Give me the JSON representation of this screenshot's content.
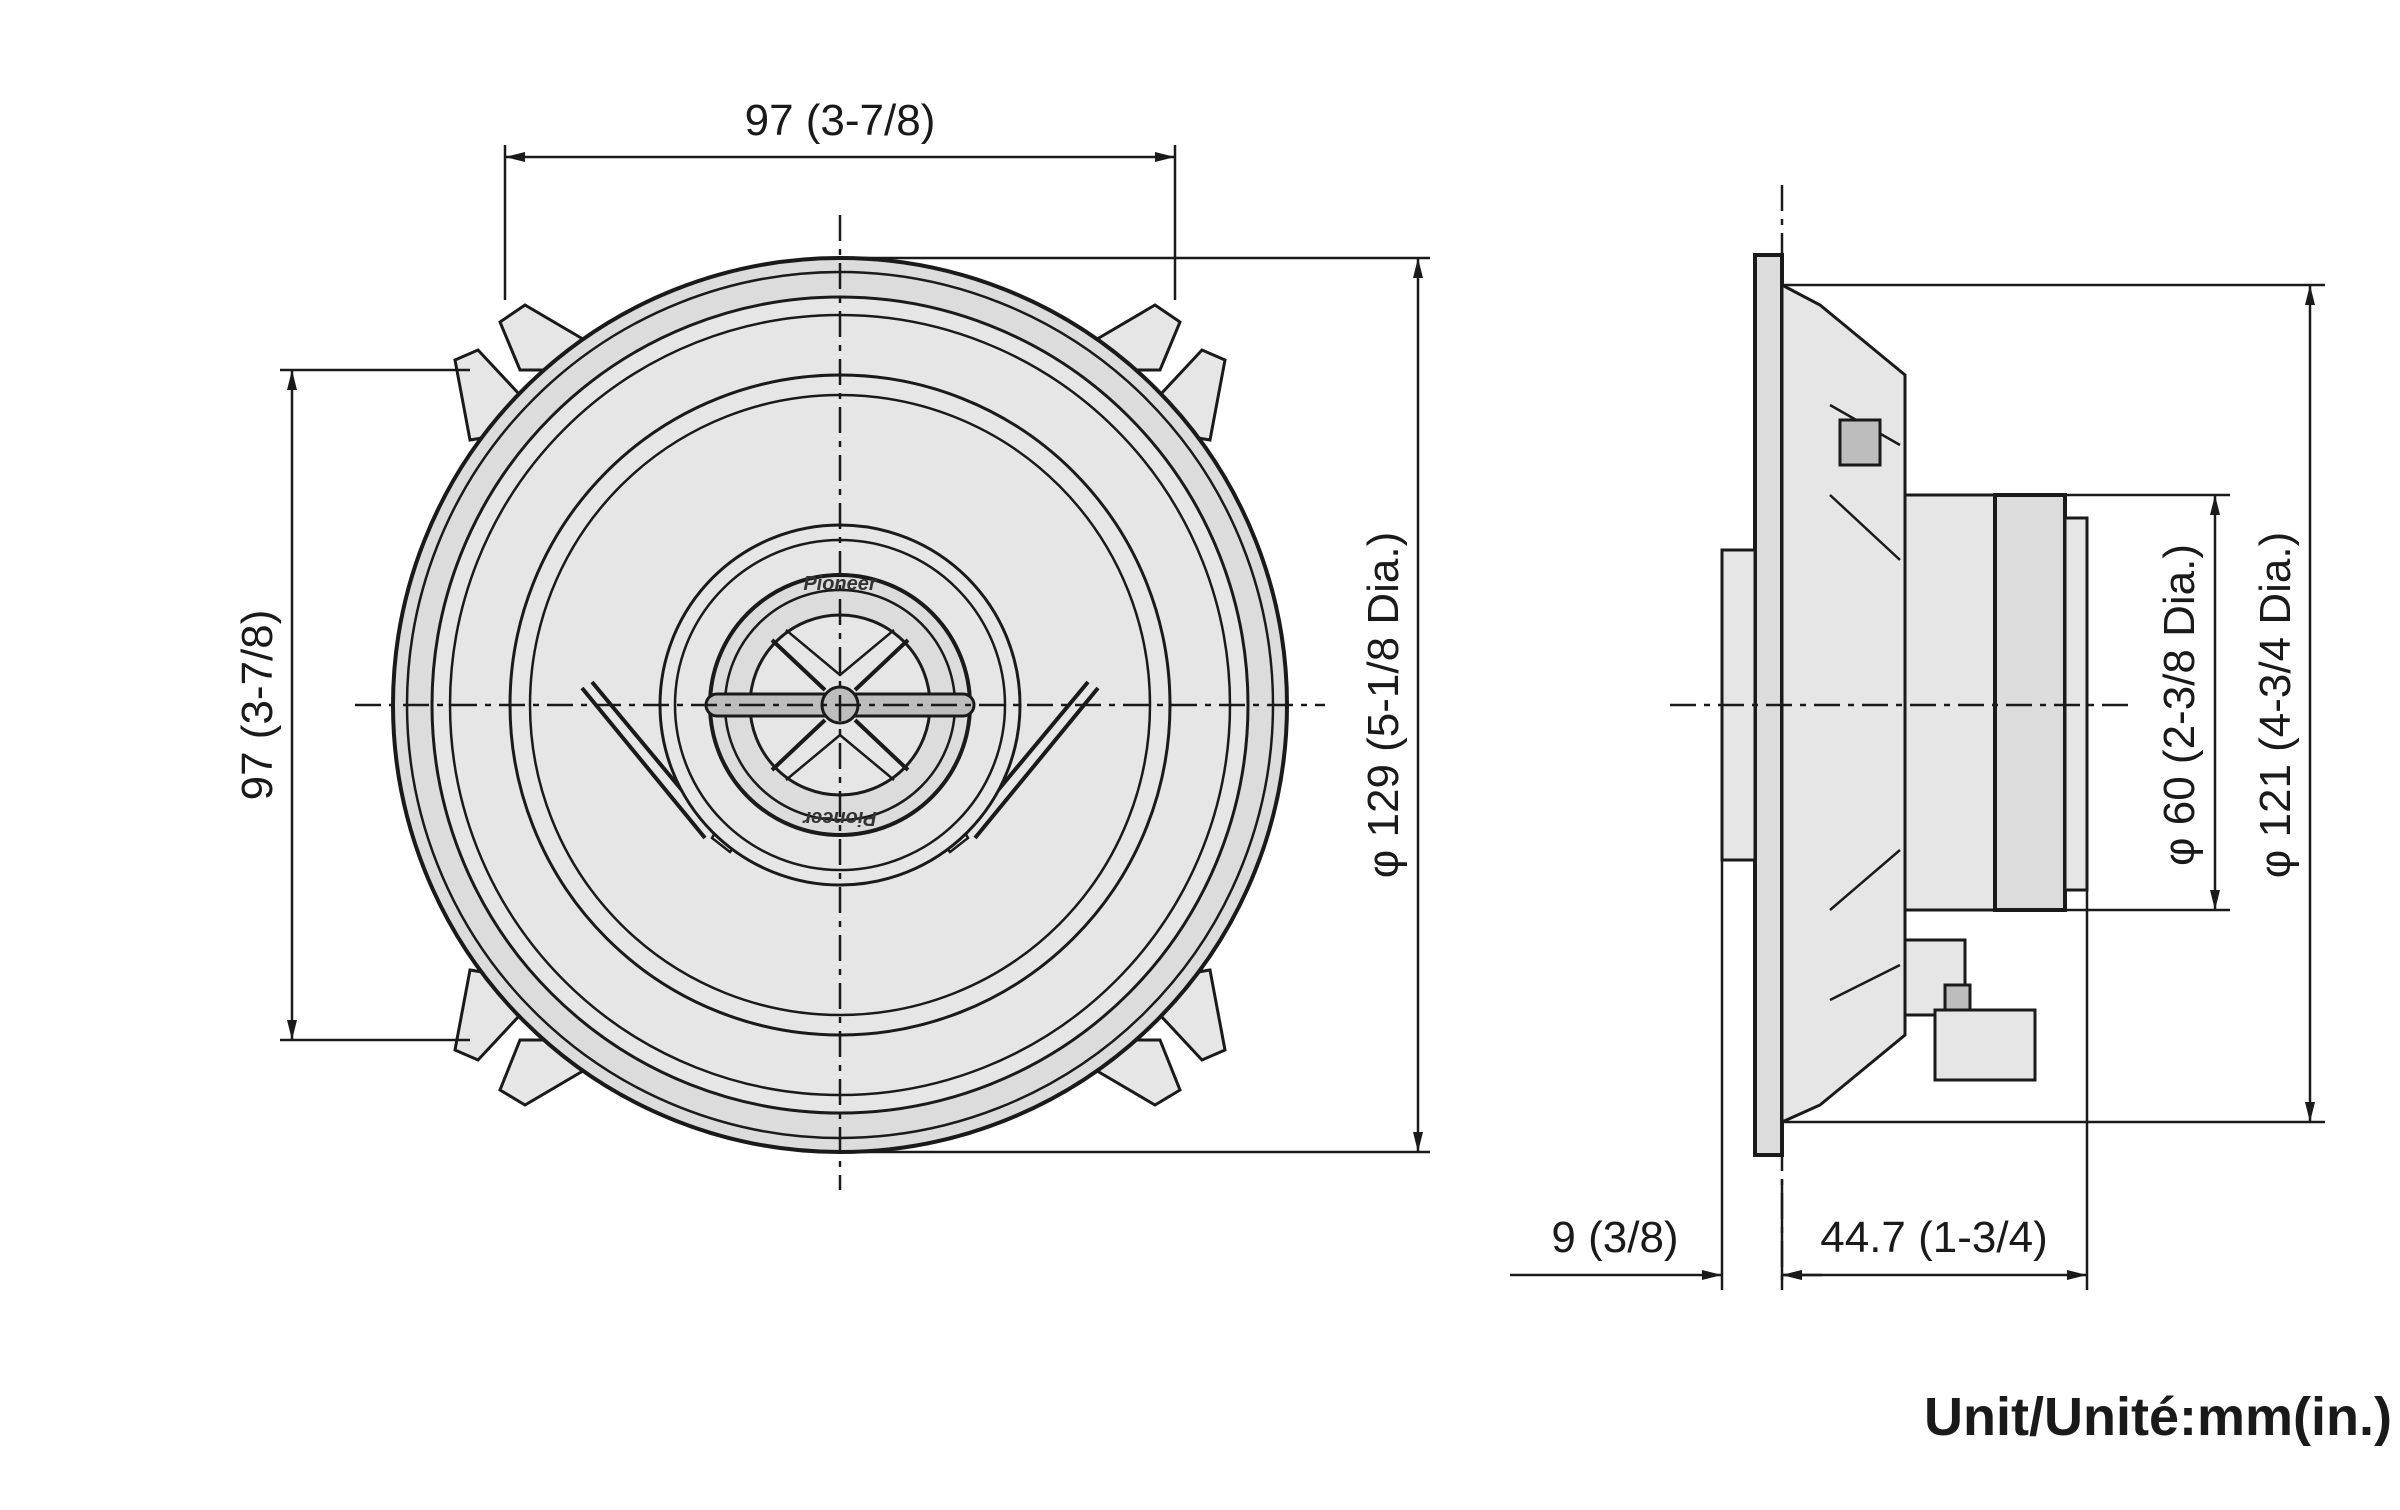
{
  "front_view": {
    "width_label": "97 (3-7/8)",
    "height_label": "97 (3-7/8)",
    "diameter_label": "φ 129 (5-1/8 Dia.)",
    "brand_top": "Pioneer",
    "brand_bottom": "Pioneer"
  },
  "side_view": {
    "magnet_diameter_label": "φ 60 (2-3/8 Dia.)",
    "cutout_diameter_label": "φ 121 (4-3/4 Dia.)",
    "flange_depth_label": "9 (3/8)",
    "mount_depth_label": "44.7 (1-3/4)"
  },
  "unit_label": "Unit/Unité:mm(in.)"
}
